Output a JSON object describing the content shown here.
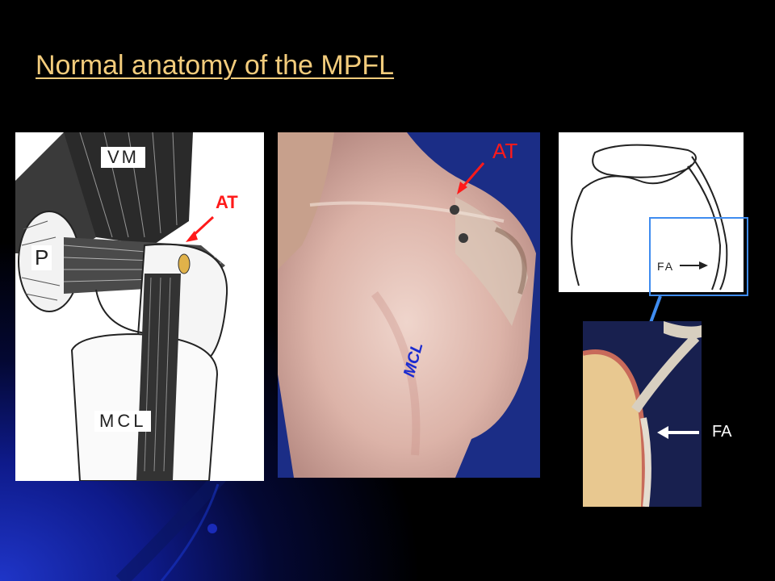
{
  "slide": {
    "title": "Normal anatomy of the MPFL"
  },
  "diagram1": {
    "label_vm": "VM",
    "label_p": "P",
    "label_mcl": "MCL",
    "label_at": "AT"
  },
  "photo1": {
    "label_at": "AT",
    "label_mcl": "MCL"
  },
  "diagram2": {
    "label_fa": "FA"
  },
  "photo2": {
    "label_fa": "FA"
  },
  "colors": {
    "title": "#f3cc7c",
    "annotation_red": "#ff1a1a",
    "callout_blue": "#3f8cf0",
    "mcl_blue": "#1a2bd0"
  }
}
